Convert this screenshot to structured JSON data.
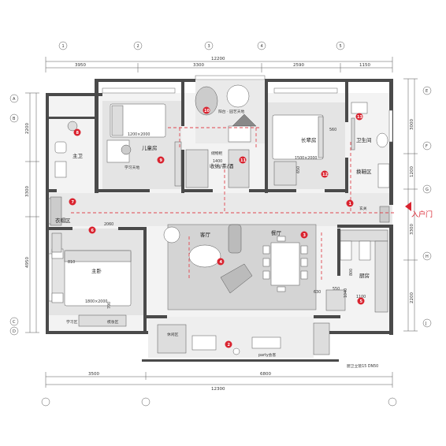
{
  "top_dims": {
    "a": "3950",
    "b": "3300",
    "c": "2590",
    "d": "1150",
    "total": "12200"
  },
  "bottom_dims": {
    "a": "3500",
    "b": "6800",
    "total": "12300"
  },
  "left_dims": {
    "a": "2200",
    "b": "3300",
    "c": "4950"
  },
  "right_dims": {
    "a": "3000",
    "b": "1200",
    "c": "3300",
    "d": "2200"
  },
  "rooms": {
    "master_bath": "主卫",
    "kids_room": "儿童房",
    "kids_sub": "学习天地",
    "balcony_small": "阳台 · 园艺天地",
    "storage": "收纳/茶/酒",
    "storage_sub": "储物柜",
    "elder_room": "长辈房",
    "guest_bath": "卫生间",
    "changing": "换鞋区",
    "entry": "玄关",
    "closet": "衣帽区",
    "master_bed": "主卧",
    "living": "客厅",
    "dining": "餐厅",
    "kitchen": "厨房",
    "balcony": "休闲区",
    "party": "party会客",
    "entrance": "入户门",
    "vanity": "梳妆区",
    "study": "学习区"
  },
  "inner_dims": {
    "d1400": "1400",
    "d560": "560",
    "d650": "650",
    "d2060": "2060",
    "d810": "810",
    "d700": "700",
    "d800": "800",
    "d1040": "1040",
    "d550": "550",
    "d1100": "1100",
    "d630": "630",
    "bed_kids": "1200×2000",
    "bed_elder": "1500×2000",
    "bed_master": "1800×2000"
  },
  "markers": [
    "1",
    "2",
    "3",
    "4",
    "5",
    "6",
    "7",
    "8",
    "9",
    "10",
    "11",
    "12",
    "13"
  ],
  "axis_labels": {
    "t1": "1",
    "t2": "2",
    "t3": "3",
    "t4": "4",
    "t5": "5",
    "l1": "A",
    "l2": "B",
    "l3": "C",
    "l4": "D",
    "r1": "E",
    "r2": "F",
    "r3": "G",
    "r4": "H",
    "r5": "J"
  },
  "drain_note": "厨卫立管15 DN50",
  "colors": {
    "wall": "#4a4a4a",
    "marker": "#d9232f",
    "floor": "#e4e4e4",
    "rug": "#cfcfcf",
    "path": "#e0464f"
  }
}
